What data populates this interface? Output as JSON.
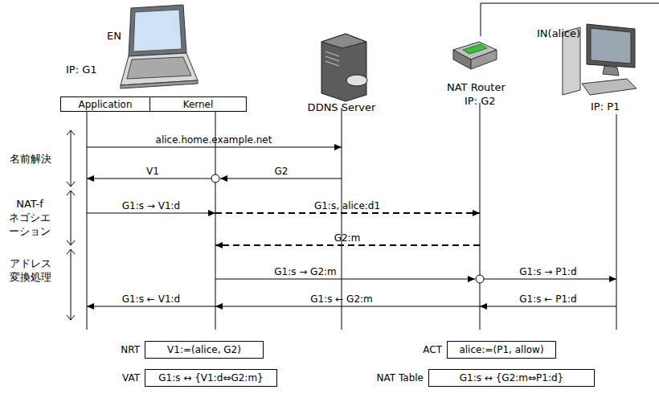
{
  "diagram": {
    "nodes": [
      {
        "text": [
          "Application"
        ]
      },
      {
        "text": [
          "Kernel"
        ]
      },
      {
        "text": [
          "NRT",
          "V1:=(alice, G2)"
        ]
      },
      {
        "text": [
          "VAT",
          "G1:s ↔ {V1:d⇔G2:m}"
        ]
      },
      {
        "text": [
          "ACT",
          "alice:=(P1, allow)"
        ]
      },
      {
        "text": [
          "NAT Table",
          "G1:s ↔ {G2:m⇔P1:d}"
        ]
      }
    ],
    "labels": [
      "EN",
      "IP: G1",
      "DDNS Server",
      "IN(alice)",
      "NAT Router",
      "IP: G2",
      "IP: P1",
      "名前解決",
      "NAT-f ネゴシエ ーション",
      "アドレス 変換処理",
      "alice.home.example.net",
      "V1",
      "G2",
      "G1:s → V1:d",
      "G1:s, alice:d1",
      "G2:m",
      "G1:s → G2:m",
      "G1:s → P1:d",
      "G1:s ← V1:d",
      "G1:s ← G2:m",
      "G1:s ← P1:d"
    ]
  }
}
